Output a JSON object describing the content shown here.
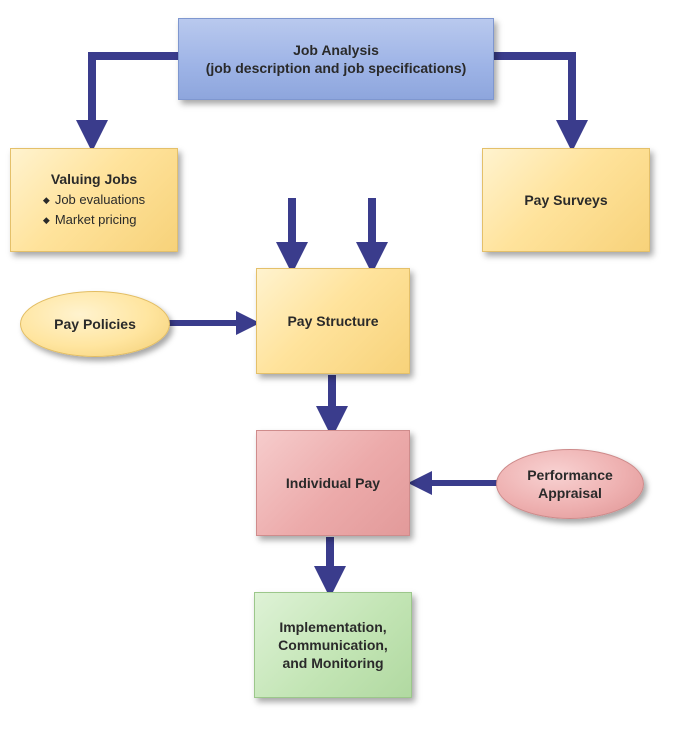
{
  "nodes": {
    "job_analysis": {
      "line1": "Job Analysis",
      "line2": "(job description and job specifications)"
    },
    "valuing_jobs": {
      "title": "Valuing Jobs",
      "items": [
        "Job evaluations",
        "Market pricing"
      ]
    },
    "pay_surveys": {
      "label": "Pay Surveys"
    },
    "pay_policies": {
      "label": "Pay Policies"
    },
    "pay_structure": {
      "label": "Pay Structure"
    },
    "individual_pay": {
      "label": "Individual Pay"
    },
    "performance_appraisal": {
      "line1": "Performance",
      "line2": "Appraisal"
    },
    "implementation": {
      "line1": "Implementation,",
      "line2": "Communication,",
      "line3": "and Monitoring"
    }
  },
  "colors": {
    "arrow_main": "#3a3c8c",
    "arrow_fade": "#c7c6ea",
    "box_yellow": "#ffe39c",
    "box_blue": "#9db3e6",
    "box_red": "#ecaaaa",
    "box_green": "#c3e5b5"
  },
  "icons": {
    "bullet": "diamond-bullet-icon"
  }
}
